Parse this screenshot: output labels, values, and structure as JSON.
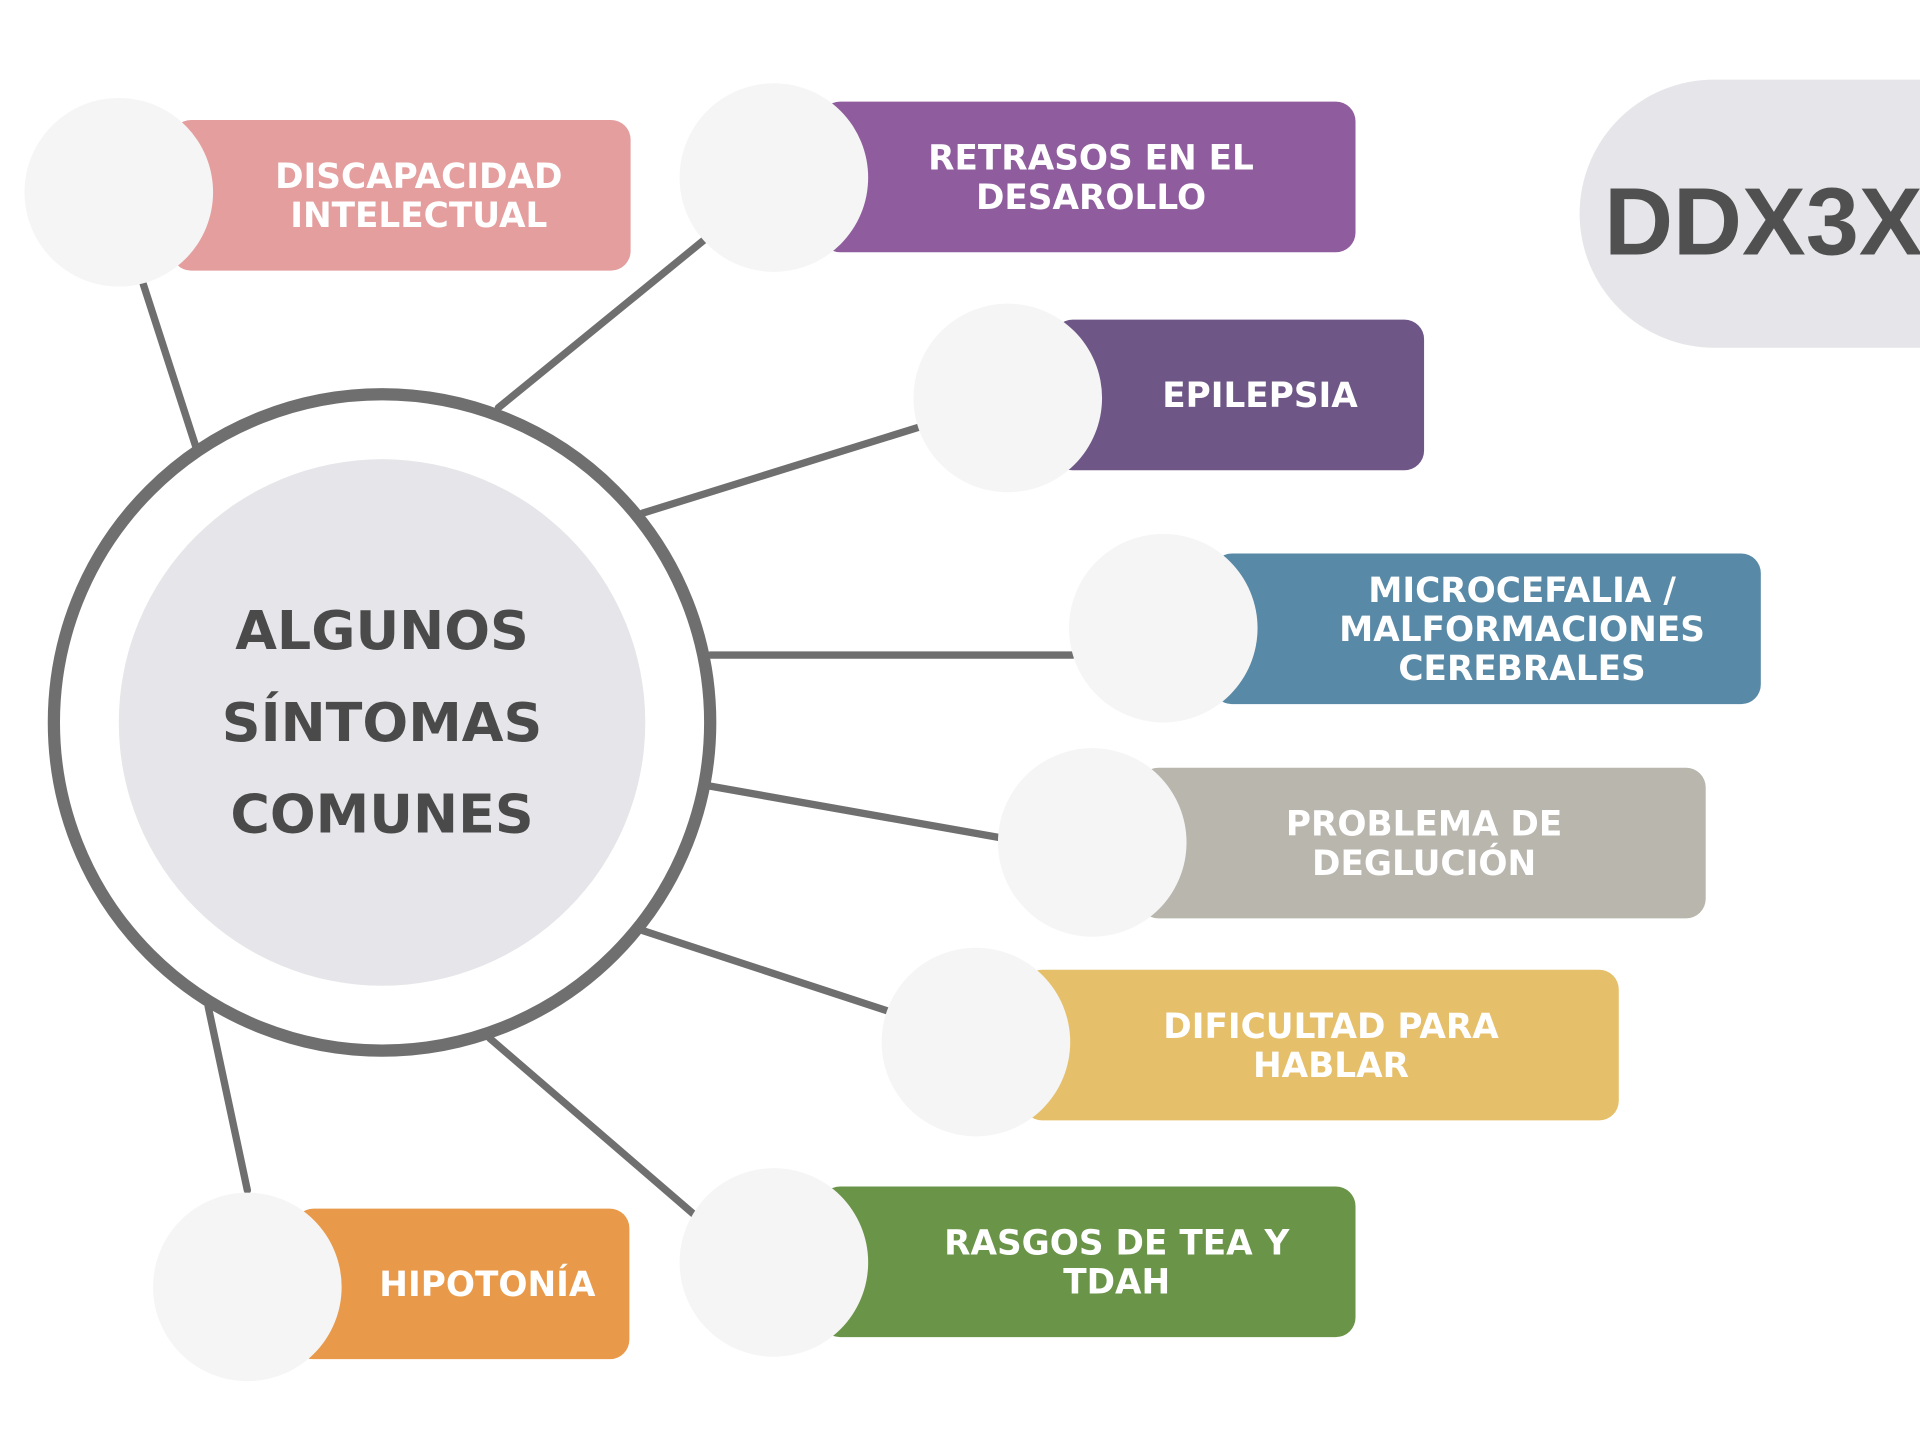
{
  "title": "DDX3X",
  "center": {
    "lines": [
      "ALGUNOS",
      "SÍNTOMAS",
      "COMUNES"
    ]
  },
  "symptoms": [
    {
      "lines": [
        "DISCAPACIDAD",
        "INTELECTUAL"
      ],
      "color": "#e49e9e"
    },
    {
      "lines": [
        "RETRASOS EN EL",
        "DESAROLLO"
      ],
      "color": "#8f5c9e"
    },
    {
      "lines": [
        "EPILEPSIA"
      ],
      "color": "#6e5787"
    },
    {
      "lines": [
        "MICROCEFALIA /",
        "MALFORMACIONES",
        "CEREBRALES"
      ],
      "color": "#5889a6"
    },
    {
      "lines": [
        "PROBLEMA DE",
        "DEGLUCIÓN"
      ],
      "color": "#b9b6ae"
    },
    {
      "lines": [
        "DIFICULTAD PARA",
        "HABLAR"
      ],
      "color": "#e6bf6a"
    },
    {
      "lines": [
        "RASGOS DE TEA Y",
        "TDAH"
      ],
      "color": "#6a9448"
    },
    {
      "lines": [
        "HIPOTONÍA"
      ],
      "color": "#e89a4a"
    }
  ]
}
